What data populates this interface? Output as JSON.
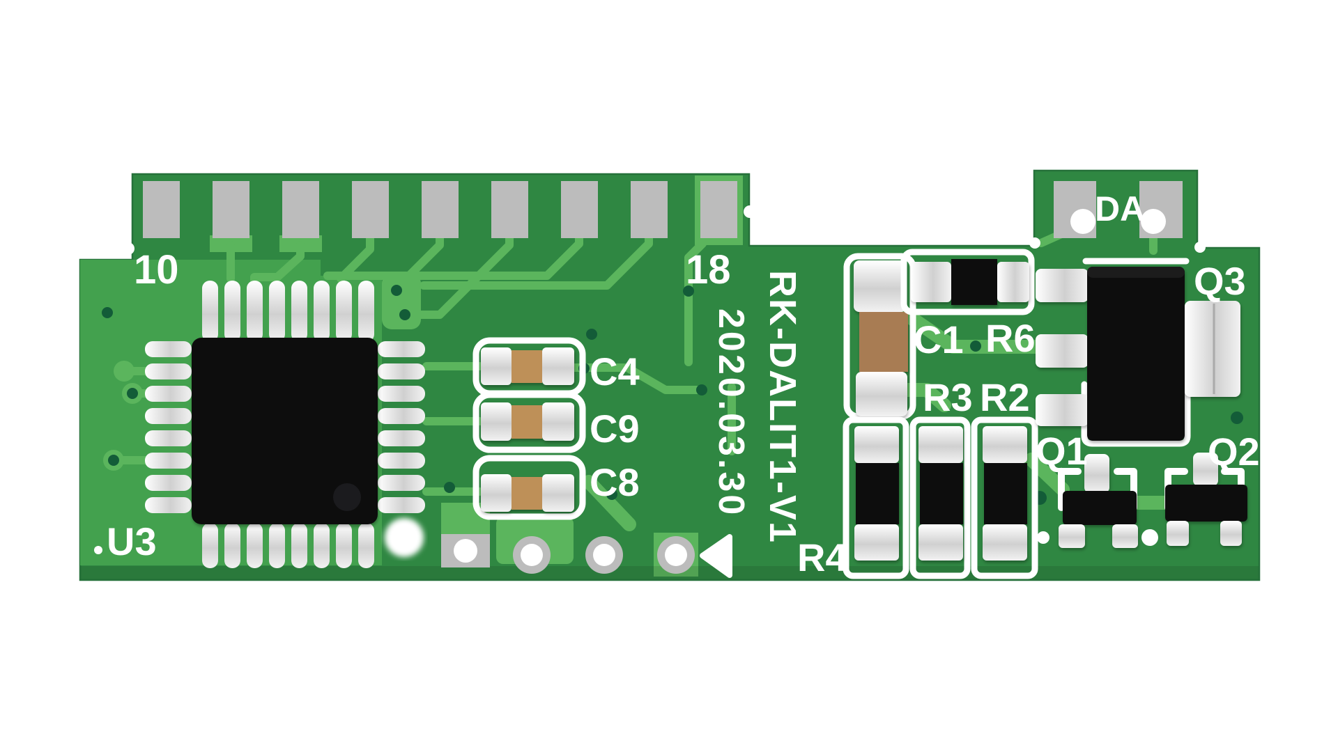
{
  "board": {
    "description": "green printed circuit board photo",
    "reference_labels": {
      "u3": "U3",
      "c4": "C4",
      "c9": "C9",
      "c8": "C8",
      "c1": "C1",
      "r6": "R6",
      "r3": "R3",
      "r2": "R2",
      "r4": "R4",
      "q1": "Q1",
      "q2": "Q2",
      "q3": "Q3",
      "da": "DA"
    },
    "pin_numbers": {
      "pin10": "10",
      "pin18": "18"
    },
    "silkscreen": {
      "model": "RK-DALIT1-V1",
      "date": "2020.03.30"
    },
    "colors": {
      "board_green": "#2F8742",
      "pour_green": "#43A14E",
      "trace_green": "#5BB55D",
      "via_green": "#135C38",
      "pad_gray": "#BCBCBC",
      "silkscreen_white": "#FFFFFF",
      "component_black": "#0C0C0E",
      "cap_tan": "#BE9059",
      "cap_tan_dark": "#A87C52",
      "solder_silver": "#D9D9D9"
    }
  }
}
